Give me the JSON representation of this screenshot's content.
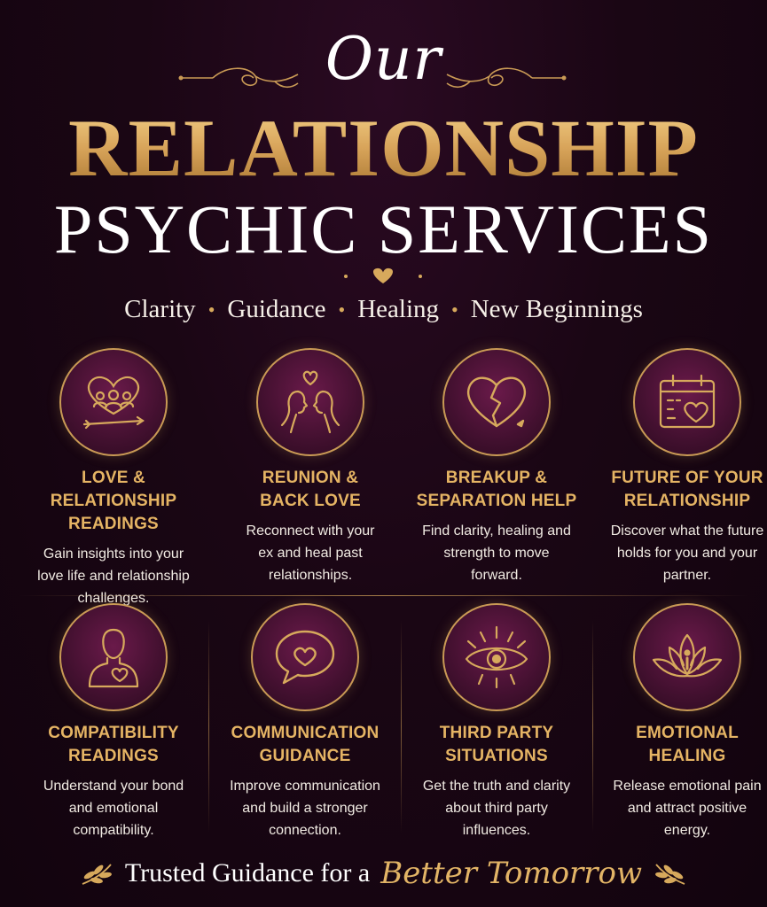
{
  "header": {
    "title_script": "Our",
    "title_main": "RELATIONSHIP",
    "title_sub": "PSYCHIC SERVICES"
  },
  "tagline": {
    "items": [
      "Clarity",
      "Guidance",
      "Healing",
      "New Beginnings"
    ],
    "separator": "•"
  },
  "services": [
    {
      "icon": "heart-couple-icon",
      "title_1": "LOVE & RELATIONSHIP",
      "title_2": "READINGS",
      "desc_1": "Gain insights into your",
      "desc_2": "love life and relationship",
      "desc_3": "challenges."
    },
    {
      "icon": "couple-faces-icon",
      "title_1": "REUNION &",
      "title_2": "BACK LOVE",
      "desc_1": "Reconnect with your",
      "desc_2": "ex and heal past",
      "desc_3": "relationships."
    },
    {
      "icon": "broken-heart-icon",
      "title_1": "BREAKUP &",
      "title_2": "SEPARATION HELP",
      "desc_1": "Find clarity, healing and",
      "desc_2": "strength to move",
      "desc_3": "forward."
    },
    {
      "icon": "calendar-heart-icon",
      "title_1": "FUTURE OF YOUR",
      "title_2": "RELATIONSHIP",
      "desc_1": "Discover what the future",
      "desc_2": "holds for you and your",
      "desc_3": "partner."
    },
    {
      "icon": "person-heart-icon",
      "title_1": "COMPATIBILITY",
      "title_2": "READINGS",
      "desc_1": "Understand your bond",
      "desc_2": "and emotional",
      "desc_3": "compatibility."
    },
    {
      "icon": "speech-heart-icon",
      "title_1": "COMMUNICATION",
      "title_2": "GUIDANCE",
      "desc_1": "Improve communication",
      "desc_2": "and build a stronger",
      "desc_3": "connection."
    },
    {
      "icon": "eye-icon",
      "title_1": "THIRD PARTY",
      "title_2": "SITUATIONS",
      "desc_1": "Get the truth and clarity",
      "desc_2": "about third party",
      "desc_3": "influences."
    },
    {
      "icon": "lotus-icon",
      "title_1": "EMOTIONAL",
      "title_2": "HEALING",
      "desc_1": "Release emotional pain",
      "desc_2": "and attract positive",
      "desc_3": "energy."
    }
  ],
  "footer": {
    "text": "Trusted Guidance for a",
    "script": "Better Tomorrow"
  },
  "colors": {
    "background": "#1a0614",
    "gold": "#d7a95c",
    "title_gold": "#e5b464",
    "icon_fill": "#42102f",
    "text": "#f1ebe3"
  }
}
